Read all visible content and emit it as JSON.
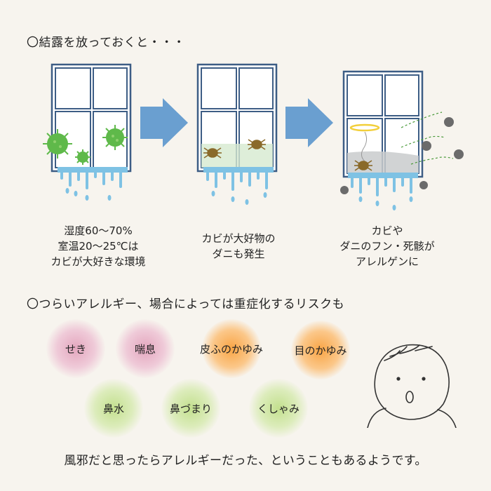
{
  "heading1": "〇結露を放っておくと・・・",
  "captions": [
    [
      "湿度60〜70%",
      "室温20〜25℃は",
      "カビが大好きな環境"
    ],
    [
      "カビが大好物の",
      "ダニも発生"
    ],
    [
      "カビや",
      "ダニのフン・死骸が",
      "アレルゲンに"
    ]
  ],
  "heading2": "〇つらいアレルギー、場合によっては重症化するリスクも",
  "symptoms": [
    "せき",
    "喘息",
    "皮ふのかゆみ",
    "目のかゆみ",
    "鼻水",
    "鼻づまり",
    "くしゃみ"
  ],
  "footer": "風邪だと思ったらアレルギーだった、ということもあるようです。",
  "colors": {
    "background": "#f7f4ee",
    "window_frame": "#3d5d85",
    "arrow": "#6a9fd0",
    "water": "#7ec2e4",
    "mold": "#5fb94a",
    "mite": "#8a6a2a",
    "particle": "#6b6b6b",
    "bubble_pink": "#e4a6be",
    "bubble_orange": "#f9a545",
    "bubble_green": "#c3e08e"
  },
  "icons": [
    "window-icon",
    "arrow-right-icon",
    "mold-virus-icon",
    "mite-icon",
    "halo-icon",
    "dust-particle-icon",
    "child-face-icon"
  ]
}
